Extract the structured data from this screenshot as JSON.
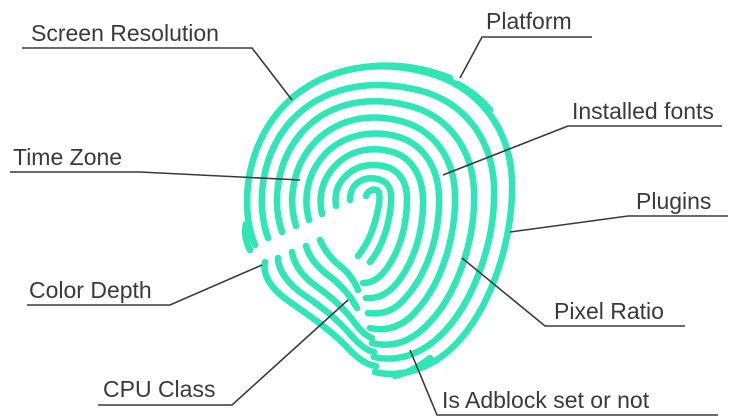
{
  "accent_color": "#2ee6b6",
  "line_color": "#3a3a3a",
  "center_graphic": "fingerprint-icon",
  "labels": {
    "screen_resolution": "Screen Resolution",
    "platform": "Platform",
    "installed_fonts": "Installed fonts",
    "time_zone": "Time Zone",
    "plugins": "Plugins",
    "color_depth": "Color Depth",
    "pixel_ratio": "Pixel Ratio",
    "cpu_class": "CPU Class",
    "adblock": "Is Adblock set or not"
  }
}
